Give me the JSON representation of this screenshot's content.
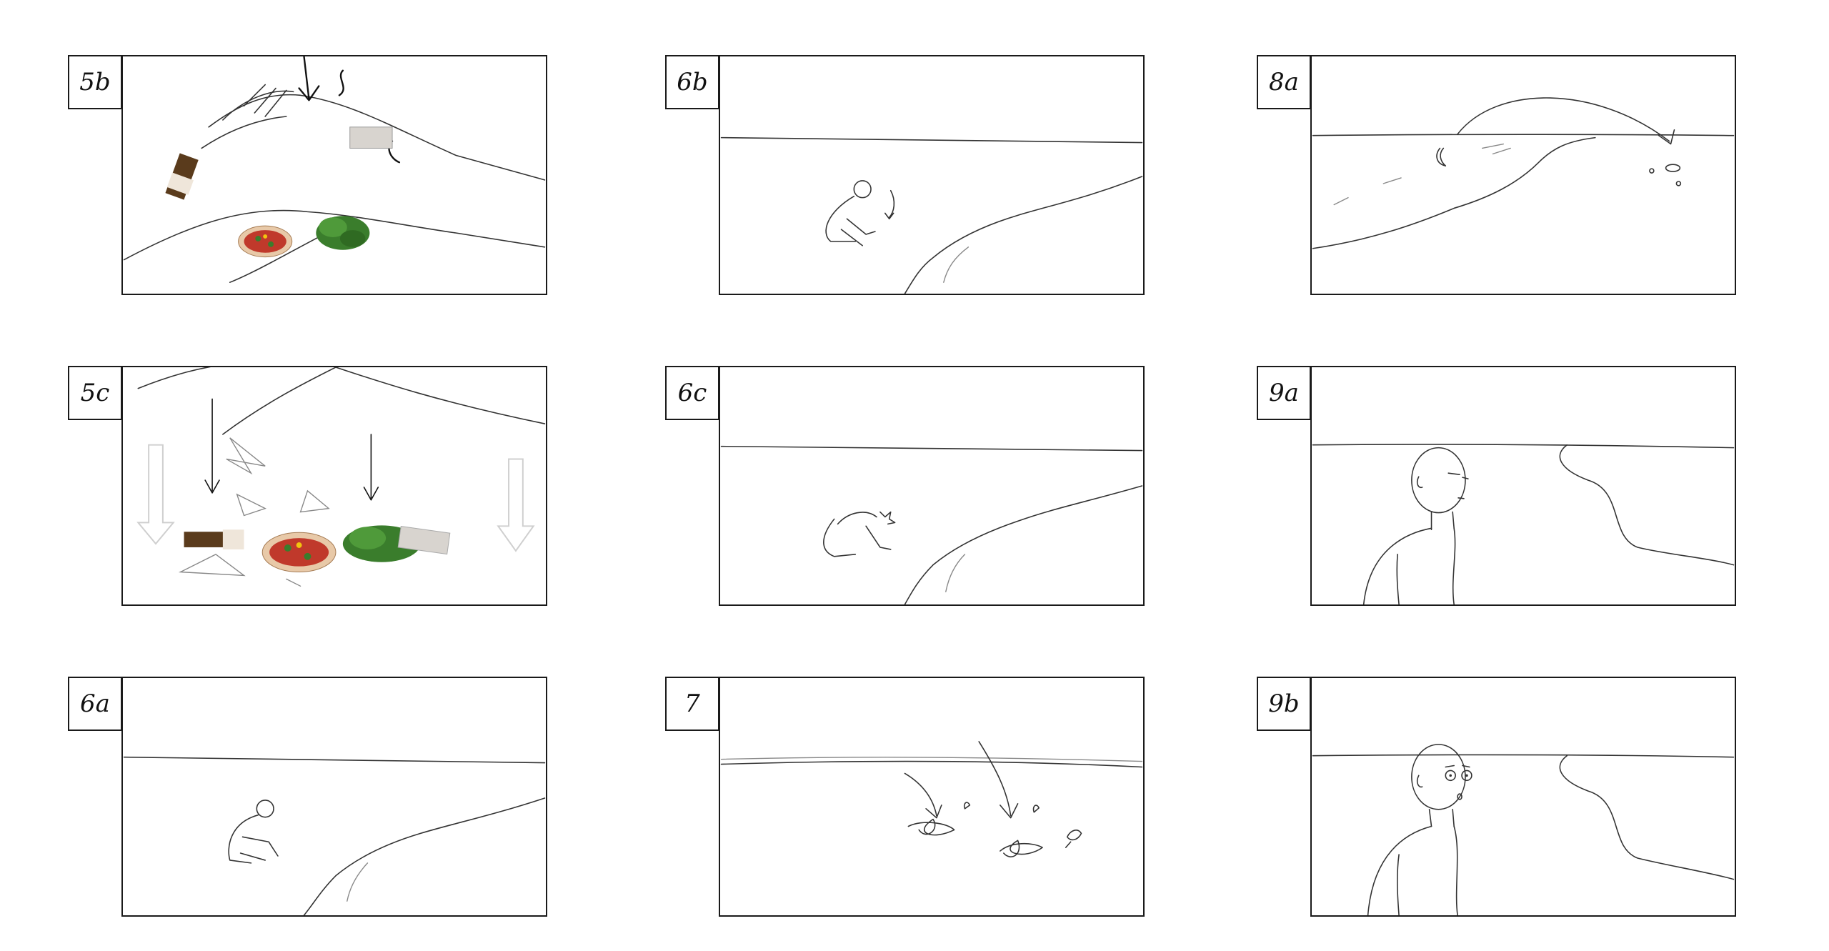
{
  "panels": [
    {
      "id": "5b",
      "label": "5b"
    },
    {
      "id": "6b",
      "label": "6b"
    },
    {
      "id": "8a",
      "label": "8a"
    },
    {
      "id": "5c",
      "label": "5c"
    },
    {
      "id": "6c",
      "label": "6c"
    },
    {
      "id": "9a",
      "label": "9a"
    },
    {
      "id": "6a",
      "label": "6a"
    },
    {
      "id": "7",
      "label": "7"
    },
    {
      "id": "9b",
      "label": "9b"
    }
  ],
  "colors": {
    "line": "#333333",
    "frame": "#1a1a1a",
    "food_red": "#c0392b",
    "food_green": "#3a7d2c",
    "bottle": "#5a3b1c"
  }
}
